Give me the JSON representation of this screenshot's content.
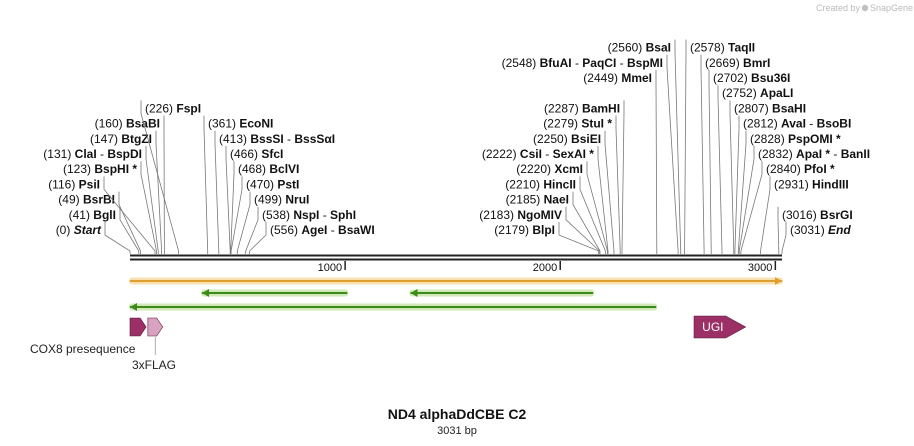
{
  "credit": {
    "text": "Created by",
    "brand": "SnapGene"
  },
  "title": "ND4 alphaDdCBE C2",
  "length_label": "3031 bp",
  "total_bp": 3031,
  "ruler_ticks": [
    {
      "bp": 1000,
      "label": "1000"
    },
    {
      "bp": 2000,
      "label": "2000"
    },
    {
      "bp": 3000,
      "label": "3000"
    }
  ],
  "sites": [
    {
      "bp": 0,
      "pos": "(0)",
      "names": [
        {
          "text": "Start",
          "italic": true
        }
      ]
    },
    {
      "bp": 41,
      "pos": "(41)",
      "names": [
        {
          "text": "BglI"
        }
      ]
    },
    {
      "bp": 49,
      "pos": "(49)",
      "names": [
        {
          "text": "BsrBI"
        }
      ]
    },
    {
      "bp": 116,
      "pos": "(116)",
      "names": [
        {
          "text": "PsiI"
        }
      ]
    },
    {
      "bp": 123,
      "pos": "(123)",
      "names": [
        {
          "text": "BspHI *"
        }
      ]
    },
    {
      "bp": 131,
      "pos": "(131)",
      "names": [
        {
          "text": "ClaI"
        },
        {
          "text": "BspDI"
        }
      ]
    },
    {
      "bp": 147,
      "pos": "(147)",
      "names": [
        {
          "text": "BtgZI"
        }
      ]
    },
    {
      "bp": 160,
      "pos": "(160)",
      "names": [
        {
          "text": "BsaBI"
        }
      ]
    },
    {
      "bp": 226,
      "pos": "(226)",
      "names": [
        {
          "text": "FspI"
        }
      ]
    },
    {
      "bp": 361,
      "pos": "(361)",
      "names": [
        {
          "text": "EcoNI"
        }
      ]
    },
    {
      "bp": 413,
      "pos": "(413)",
      "names": [
        {
          "text": "BssSI"
        },
        {
          "text": "BssSαI"
        }
      ]
    },
    {
      "bp": 466,
      "pos": "(466)",
      "names": [
        {
          "text": "SfcI"
        }
      ]
    },
    {
      "bp": 468,
      "pos": "(468)",
      "names": [
        {
          "text": "BclVI"
        }
      ]
    },
    {
      "bp": 470,
      "pos": "(470)",
      "names": [
        {
          "text": "PstI"
        }
      ]
    },
    {
      "bp": 499,
      "pos": "(499)",
      "names": [
        {
          "text": "NruI"
        }
      ]
    },
    {
      "bp": 538,
      "pos": "(538)",
      "names": [
        {
          "text": "NspI"
        },
        {
          "text": "SphI"
        }
      ]
    },
    {
      "bp": 556,
      "pos": "(556)",
      "names": [
        {
          "text": "AgeI"
        },
        {
          "text": "BsaWI"
        }
      ]
    },
    {
      "bp": 2179,
      "pos": "(2179)",
      "names": [
        {
          "text": "BlpI"
        }
      ]
    },
    {
      "bp": 2183,
      "pos": "(2183)",
      "names": [
        {
          "text": "NgoMIV"
        }
      ]
    },
    {
      "bp": 2185,
      "pos": "(2185)",
      "names": [
        {
          "text": "NaeI"
        }
      ]
    },
    {
      "bp": 2210,
      "pos": "(2210)",
      "names": [
        {
          "text": "HincII"
        }
      ]
    },
    {
      "bp": 2220,
      "pos": "(2220)",
      "names": [
        {
          "text": "XcmI"
        }
      ]
    },
    {
      "bp": 2222,
      "pos": "(2222)",
      "names": [
        {
          "text": "CsiI"
        },
        {
          "text": "SexAI *"
        }
      ]
    },
    {
      "bp": 2250,
      "pos": "(2250)",
      "names": [
        {
          "text": "BsiEI"
        }
      ]
    },
    {
      "bp": 2279,
      "pos": "(2279)",
      "names": [
        {
          "text": "StuI *"
        }
      ]
    },
    {
      "bp": 2287,
      "pos": "(2287)",
      "names": [
        {
          "text": "BamHI"
        }
      ]
    },
    {
      "bp": 2449,
      "pos": "(2449)",
      "names": [
        {
          "text": "MmeI"
        }
      ]
    },
    {
      "bp": 2548,
      "pos": "(2548)",
      "names": [
        {
          "text": "BfuAI"
        },
        {
          "text": "PaqCI"
        },
        {
          "text": "BspMI"
        }
      ]
    },
    {
      "bp": 2560,
      "pos": "(2560)",
      "names": [
        {
          "text": "BsaI"
        }
      ]
    },
    {
      "bp": 2578,
      "pos": "(2578)",
      "names": [
        {
          "text": "TaqII"
        }
      ]
    },
    {
      "bp": 2669,
      "pos": "(2669)",
      "names": [
        {
          "text": "BmrI"
        }
      ]
    },
    {
      "bp": 2702,
      "pos": "(2702)",
      "names": [
        {
          "text": "Bsu36I"
        }
      ]
    },
    {
      "bp": 2752,
      "pos": "(2752)",
      "names": [
        {
          "text": "ApaLI"
        }
      ]
    },
    {
      "bp": 2807,
      "pos": "(2807)",
      "names": [
        {
          "text": "BsaHI"
        }
      ]
    },
    {
      "bp": 2812,
      "pos": "(2812)",
      "names": [
        {
          "text": "AvaI"
        },
        {
          "text": "BsoBI"
        }
      ]
    },
    {
      "bp": 2828,
      "pos": "(2828)",
      "names": [
        {
          "text": "PspOMI *"
        }
      ]
    },
    {
      "bp": 2832,
      "pos": "(2832)",
      "names": [
        {
          "text": "ApaI *"
        },
        {
          "text": "BanII"
        }
      ]
    },
    {
      "bp": 2840,
      "pos": "(2840)",
      "names": [
        {
          "text": "PfoI *"
        }
      ]
    },
    {
      "bp": 2931,
      "pos": "(2931)",
      "names": [
        {
          "text": "HindIII"
        }
      ]
    },
    {
      "bp": 3016,
      "pos": "(3016)",
      "names": [
        {
          "text": "BsrGI"
        }
      ]
    },
    {
      "bp": 3031,
      "pos": "(3031)",
      "names": [
        {
          "text": "End",
          "italic": true
        }
      ]
    }
  ],
  "orfs": [
    {
      "id": "orf-forward",
      "start": 0,
      "end": 3031,
      "strand": "+",
      "color": "#e0a030",
      "halo": "#f8e0b0"
    },
    {
      "id": "orf-reverse-1",
      "start": 335,
      "end": 1010,
      "strand": "-",
      "color": "#3d8a1a",
      "halo": "#cfeab8"
    },
    {
      "id": "orf-reverse-2",
      "start": 1304,
      "end": 2153,
      "strand": "-",
      "color": "#3d8a1a",
      "halo": "#cfeab8"
    },
    {
      "id": "orf-reverse-3",
      "start": 0,
      "end": 2446,
      "strand": "-",
      "color": "#3d8a1a",
      "halo": "#cfeab8"
    }
  ],
  "features": [
    {
      "id": "cox8",
      "label": "COX8 presequence",
      "start": 0,
      "end": 75,
      "color": "#9b2f66"
    },
    {
      "id": "flag",
      "label": "3xFLAG",
      "start": 83,
      "end": 152,
      "color": "#d7a3c0"
    },
    {
      "id": "ugi",
      "label": "UGI",
      "start": 2622,
      "end": 2862,
      "color": "#9b2f66"
    }
  ],
  "colors": {
    "backbone": "#222222",
    "lines": "#777777"
  }
}
